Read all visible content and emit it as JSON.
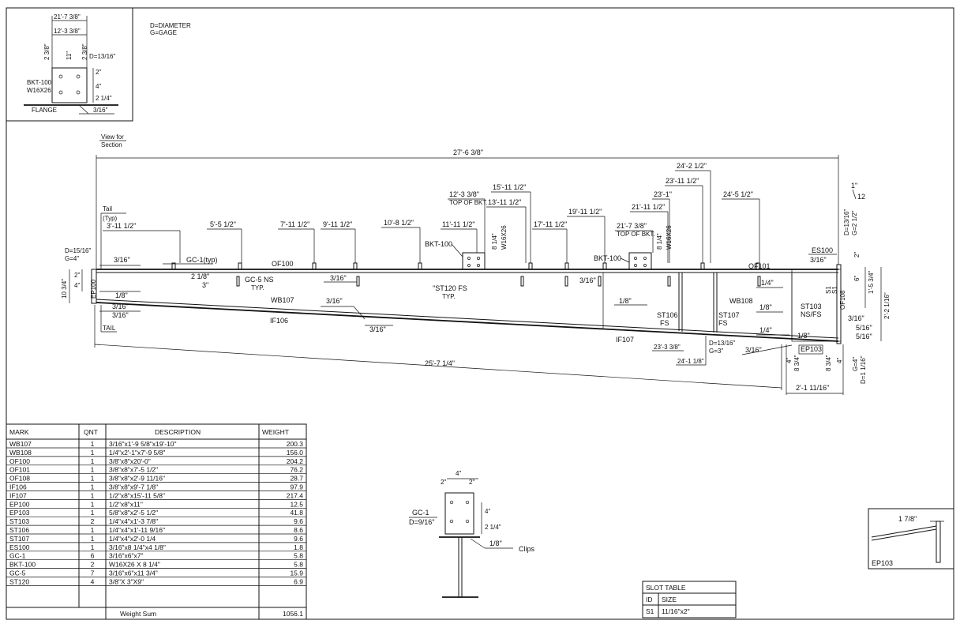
{
  "legend": {
    "line1": "D=DIAMETER",
    "line2": "G=GAGE"
  },
  "detail_bkt": {
    "dim_a": "21'-7 3/8\"",
    "dim_b": "12'-3 3/8\"",
    "dim_c": "2 3/8\"",
    "dim_d": "11\"",
    "dim_e": "2 3/8\"",
    "hole_d": "D=13/16\"",
    "dim_f": "2\"",
    "dim_g": "4\"",
    "dim_h": "2 1/4\"",
    "mark": "BKT-100",
    "section": "W16X26",
    "flange": "FLANGE",
    "weld": "3/16\""
  },
  "view_for_section": {
    "line1": "View for",
    "line2": "Section"
  },
  "main": {
    "overall_top": "27'-6 3/8\"",
    "overall_bottom": "25'-7 1/4\"",
    "tail_typ": "Tail",
    "typ": "(Typ)",
    "tail_bottom": "TAIL",
    "d_left": "D=15/16\"",
    "g_left": "G=4\"",
    "depth_left": "10 3/4\"",
    "dim_2": "2\"",
    "dim_4": "4\"",
    "ep100": "EP100",
    "weld_316_a": "3/16\"",
    "weld_18_a": "1/8\"",
    "weld_316_b": "3/16\"",
    "weld_316_c": "3/16\"",
    "gc1_typ": "GC-1(typ)",
    "dim_218": "2 1/8\"",
    "dim_3": "3\"",
    "gc5_ns": "GC-5 NS",
    "typ2": "TYP.",
    "of100": "OF100",
    "wb107": "WB107",
    "if106": "IF106",
    "weld_316_d": "3/16\"",
    "weld_316_e": "3/16\"",
    "weld_316_f": "3/16\"",
    "st120": "\"ST120 FS",
    "typ3": "TYP.",
    "bkt100_a": "BKT-100",
    "w16_a": "W16X26",
    "dim_814_a": "8 1/4\"",
    "bkt100_b": "BKT-100",
    "w16_b": "W16X26",
    "dim_814_b": "8 1/4\"",
    "top_bkt_a": "TOP OF BKT.",
    "top_bkt_b": "TOP OF BKT.",
    "dims_top": [
      "3'-11 1/2\"",
      "5'-5 1/2\"",
      "7'-11 1/2\"",
      "9'-11 1/2\"",
      "10'-8 1/2\"",
      "11'-11 1/2\"",
      "12'-3 3/8\"",
      "13'-11 1/2\"",
      "15'-11 1/2\"",
      "17'-11 1/2\"",
      "19'-11 1/2\"",
      "21'-7 3/8\"",
      "21'-11 1/2\"",
      "23'-1\"",
      "23'-11 1/2\"",
      "24'-2 1/2\"",
      "24'-5 1/2\""
    ],
    "weld_316_g": "3/16\"",
    "weld_18_b": "1/8\"",
    "if107": "IF107",
    "st106": "ST106",
    "fs_a": "FS",
    "st107": "ST107",
    "fs_b": "FS",
    "wb108": "WB108",
    "of101": "OF101",
    "weld_14_a": "1/4\"",
    "weld_18_c": "1/8\"",
    "st103": "ST103",
    "nsfs": "NS/FS",
    "weld_14_b": "1/4\"",
    "weld_18_d": "1/8\"",
    "weld_316_h": "3/16\"",
    "ep103": "EP103",
    "dim_2333": "23'-3 3/8\"",
    "dim_2418": "24'-1 1/8\"",
    "d_1316": "D=13/16\"",
    "g_3": "G=3\"",
    "es100": "ES100",
    "weld_316_i": "3/16\"",
    "slope_1": "1\"",
    "slope_12": "12",
    "d_right": "D=13/16\"",
    "g_right": "G=2 1/2\"",
    "dim_2r": "2\"",
    "dim_6r": "6\"",
    "dim_1534": "1'-5 3/4\"",
    "dim_22116": "2'-2 1/16\"",
    "s1": "S1",
    "s1b": "S1",
    "of108": "OF108",
    "weld_316_j": "3/16\"",
    "weld_516_a": "5/16\"",
    "weld_516_b": "5/16\"",
    "dim_834_a": "8 3/4\"",
    "dim_834_b": "8 3/4\"",
    "dim_4a": "4\"",
    "dim_4b": "4\"",
    "d_1116": "D=1 1/16\"",
    "g_4": "G=4\"",
    "dim_211116": "2'-1 11/16\""
  },
  "bom": {
    "headers": [
      "MARK",
      "QNT",
      "DESCRIPTION",
      "WEIGHT"
    ],
    "rows": [
      [
        "WB107",
        "1",
        "3/16\"x1'-9 5/8\"x19'-10\"",
        "200.3"
      ],
      [
        "WB108",
        "1",
        "1/4\"x2'-1\"x7'-9 5/8\"",
        "156.0"
      ],
      [
        "OF100",
        "1",
        "3/8\"x8\"x20'-0\"",
        "204.2"
      ],
      [
        "OF101",
        "1",
        "3/8\"x8\"x7'-5 1/2\"",
        "76.2"
      ],
      [
        "OF108",
        "1",
        "3/8\"x8\"x2'-9 11/16\"",
        "28.7"
      ],
      [
        "IF106",
        "1",
        "3/8\"x8\"x9'-7 1/8\"",
        "97.9"
      ],
      [
        "IF107",
        "1",
        "1/2\"x8\"x15'-11 5/8\"",
        "217.4"
      ],
      [
        "EP100",
        "1",
        "1/2\"x8\"x11\"",
        "12.5"
      ],
      [
        "EP103",
        "1",
        "5/8\"x8\"x2'-5 1/2\"",
        "41.8"
      ],
      [
        "ST103",
        "2",
        "1/4\"x4\"x1'-3 7/8\"",
        "9.6"
      ],
      [
        "ST106",
        "1",
        "1/4\"x4\"x1'-11 9/16\"",
        "8.6"
      ],
      [
        "ST107",
        "1",
        "1/4\"x4\"x2'-0 1/4",
        "9.6"
      ],
      [
        "ES100",
        "1",
        "3/16\"x8 1/4\"x4 1/8\"",
        "1.8"
      ],
      [
        "GC-1",
        "6",
        "3/16\"x6\"x7\"",
        "5.8"
      ],
      [
        "BKT-100",
        "2",
        "W16X26 X 8 1/4\"",
        "5.8"
      ],
      [
        "GC-5",
        "7",
        "3/16\"x6\"x11 3/4\"",
        "15.9"
      ],
      [
        "ST120",
        "4",
        "3/8\"X 3\"X9\"",
        "6.9"
      ]
    ],
    "sum_label": "Weight Sum",
    "sum_value": "1056.1"
  },
  "gc1_detail": {
    "dim_top": "4\"",
    "dim_l": "2\"",
    "dim_r": "2\"",
    "mark": "GC-1",
    "hole_d": "D=9/16\"",
    "dim_4": "4\"",
    "dim_214": "2 1/4\"",
    "weld": "1/8\"",
    "clips": "Clips"
  },
  "ep103_detail": {
    "dim": "1 7/8\"",
    "mark": "EP103"
  },
  "slot_table": {
    "title": "SLOT TABLE",
    "col_id": "ID",
    "col_size": "SIZE",
    "row_id": "S1",
    "row_size": "11/16\"x2\""
  }
}
